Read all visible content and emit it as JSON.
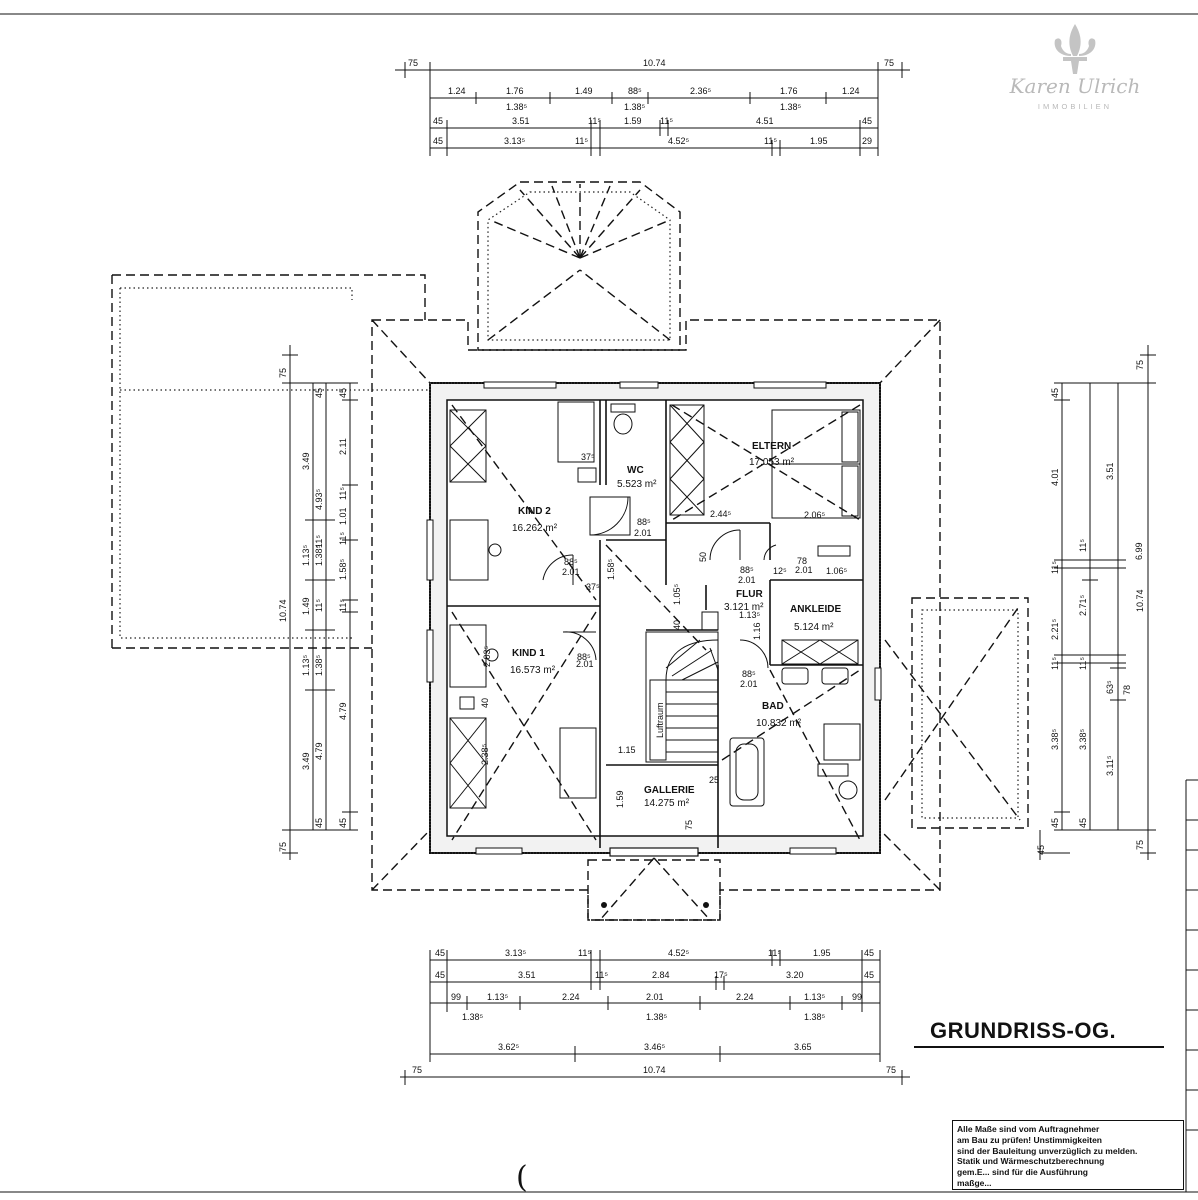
{
  "brand": {
    "name": "Karen Ulrich",
    "subtitle": "IMMOBILIEN",
    "fleur_icon": "fleur-de-lis-icon"
  },
  "title": "GRUNDRISS-OG.",
  "notice_lines": [
    "Alle Maße sind vom Auftragnehmer",
    "am Bau zu prüfen! Unstimmigkeiten",
    "sind der Bauleitung unverzüglich zu melden.",
    "Statik und Wärmeschutzberechnung",
    "gem.E... sind für die Ausführung",
    "maßge..."
  ],
  "rooms": [
    {
      "name": "KIND 2",
      "area": "16.262 m²"
    },
    {
      "name": "WC",
      "area": "5.523 m²"
    },
    {
      "name": "ELTERN",
      "area": "17.053 m²"
    },
    {
      "name": "FLUR",
      "area": "3.121 m²"
    },
    {
      "name": "ANKLEIDE",
      "area": "5.124 m²"
    },
    {
      "name": "KIND 1",
      "area": "16.573 m²"
    },
    {
      "name": "BAD",
      "area": "10.832 m²"
    },
    {
      "name": "GALLERIE",
      "area": "14.275 m²"
    }
  ],
  "stair_label": "Luftraum",
  "top_dims": {
    "row1": [
      "75",
      "10.74",
      "75"
    ],
    "row2": [
      "1.24",
      "1.76",
      "1.49",
      "88⁵",
      "2.36⁵",
      "1.76",
      "1.24"
    ],
    "row2_sub": [
      "1.38⁵",
      "1.38⁵",
      "1.38⁵"
    ],
    "row3": [
      "45",
      "3.51",
      "11⁵",
      "1.59",
      "11⁵",
      "4.51",
      "45"
    ],
    "row4": [
      "45",
      "3.13⁵",
      "11⁵",
      "4.52⁵",
      "11⁵",
      "1.95",
      "29"
    ]
  },
  "bottom_dims": {
    "row1": [
      "45",
      "3.13⁵",
      "11⁵",
      "4.52⁵",
      "11⁵",
      "1.95",
      "45"
    ],
    "row2": [
      "45",
      "3.51",
      "11⁵",
      "2.84",
      "17⁵",
      "3.20",
      "45"
    ],
    "row3": [
      "99",
      "1.13⁵",
      "2.24",
      "2.01",
      "2.24",
      "1.13⁵",
      "99"
    ],
    "row3_sub": [
      "1.38⁵",
      "1.38⁵",
      "1.38⁵"
    ],
    "row4": [
      "3.62⁵",
      "3.46⁵",
      "3.65"
    ],
    "row5": [
      "75",
      "10.74",
      "75"
    ]
  },
  "left_dims": {
    "outer": [
      "75",
      "10.74",
      "75"
    ],
    "mid": [
      "3.49",
      "1.13⁵",
      "1.49",
      "1.13⁵",
      "3.49"
    ],
    "inner_a": [
      "45",
      "4.93⁵",
      "1.38⁵",
      "11⁵",
      "1.38⁵",
      "4.79",
      "45"
    ],
    "inner_b": [
      "45",
      "2.11",
      "1.01",
      "11⁵",
      "1.58⁵",
      "11⁵",
      "4.79",
      "45"
    ],
    "inner_c": [
      "11⁵",
      "11⁵"
    ]
  },
  "right_dims": {
    "outer": [
      "75",
      "10.74",
      "75"
    ],
    "mid": [
      "3.51",
      "6.99",
      "78",
      "3.11⁵"
    ],
    "inner": [
      "45",
      "4.01",
      "11⁵",
      "2.71⁵",
      "11⁵",
      "3.38⁵",
      "45"
    ],
    "inner_b": [
      "11⁵",
      "2.21⁵",
      "11⁵",
      "3.38⁵",
      "63⁵",
      "45"
    ]
  },
  "interior_dims": [
    "37⁵",
    "88⁵",
    "2.01",
    "2.44⁵",
    "2.06⁵",
    "50",
    "88⁵",
    "2.01",
    "12⁵",
    "78",
    "2.01",
    "1.06⁵",
    "88⁵",
    "2.01",
    "37⁵",
    "1.58⁵",
    "1.05⁵",
    "1.13⁵",
    "1.16",
    "88⁵",
    "2.01",
    "40",
    "88⁵",
    "2.01",
    "2.03⁵",
    "40",
    "2.38⁵",
    "1.15",
    "1.59",
    "25",
    "75"
  ],
  "crescent_mark": "("
}
